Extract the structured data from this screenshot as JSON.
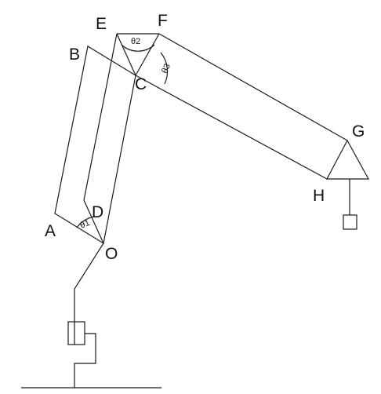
{
  "points": {
    "A": "A",
    "B": "B",
    "C": "C",
    "D": "D",
    "E": "E",
    "F": "F",
    "G": "G",
    "H": "H",
    "O": "O"
  },
  "angles": {
    "theta1": "θ1",
    "theta2": "θ2",
    "theta3": "θ3"
  },
  "colors": {
    "stroke": "#1a1a1a",
    "text": "#111111",
    "background": "#ffffff"
  }
}
